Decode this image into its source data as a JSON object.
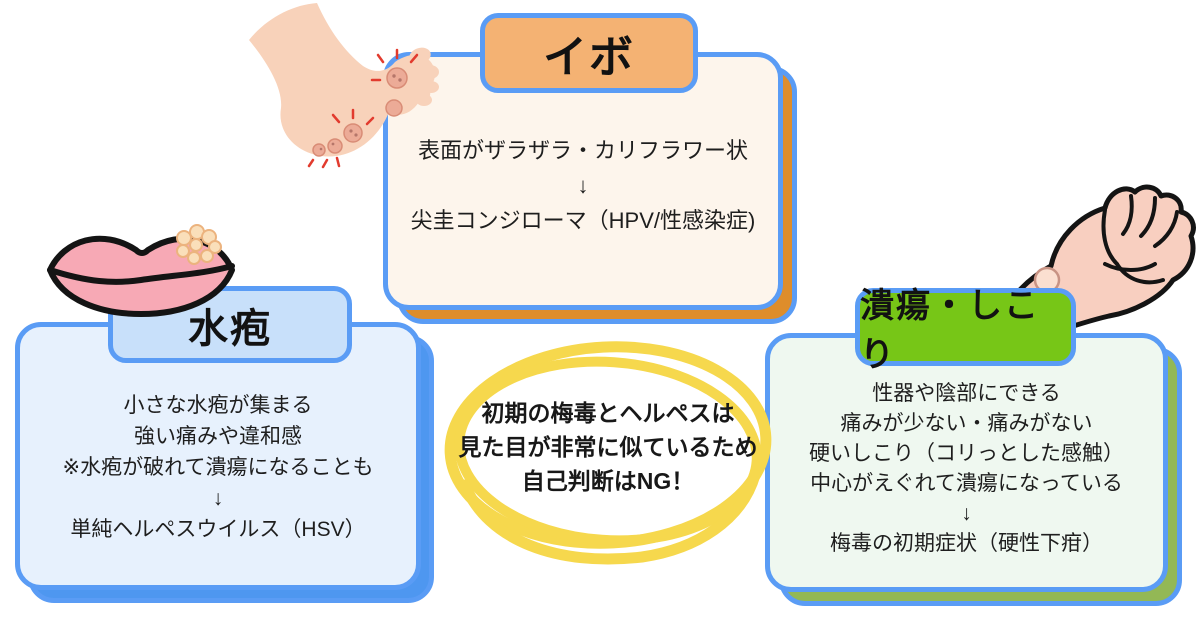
{
  "colors": {
    "border_blue": "#5A9CF5",
    "wart_header_bg": "#F4B273",
    "wart_body_bg": "#FDF5EC",
    "wart_shadow": "#DE8D2B",
    "blister_header_bg": "#C8E0FA",
    "blister_body_bg": "#E7F1FD",
    "blister_shadow": "#4E97F0",
    "ulcer_header_bg": "#77C617",
    "ulcer_body_bg": "#EFF8F0",
    "ulcer_shadow": "#93B855",
    "warning_yellow": "#F6D84D"
  },
  "cards": {
    "wart": {
      "title": "イボ",
      "lines": [
        "表面がザラザラ・カリフラワー状",
        "↓",
        "尖圭コンジローマ（HPV/性感染症)"
      ]
    },
    "blister": {
      "title": "水疱",
      "lines": [
        "小さな水疱が集まる",
        "強い痛みや違和感",
        "※水疱が破れて潰瘍になることも",
        "↓",
        "単純ヘルペスウイルス（HSV）"
      ]
    },
    "ulcer": {
      "title": "潰瘍・しこり",
      "lines": [
        "性器や陰部にできる",
        "痛みが少ない・痛みがない",
        "硬いしこり（コリっとした感触）",
        "中心がえぐれて潰瘍になっている",
        "↓",
        "梅毒の初期症状（硬性下疳）"
      ]
    }
  },
  "warning": {
    "lines": [
      "初期の梅毒とヘルペスは",
      "見た目が非常に似ているため",
      "自己判断はNG！"
    ]
  },
  "illustrations": {
    "foot": "foot-with-warts-illustration",
    "lips": "lips-with-blister-cluster-illustration",
    "hand": "hand-with-wrist-lump-illustration"
  }
}
